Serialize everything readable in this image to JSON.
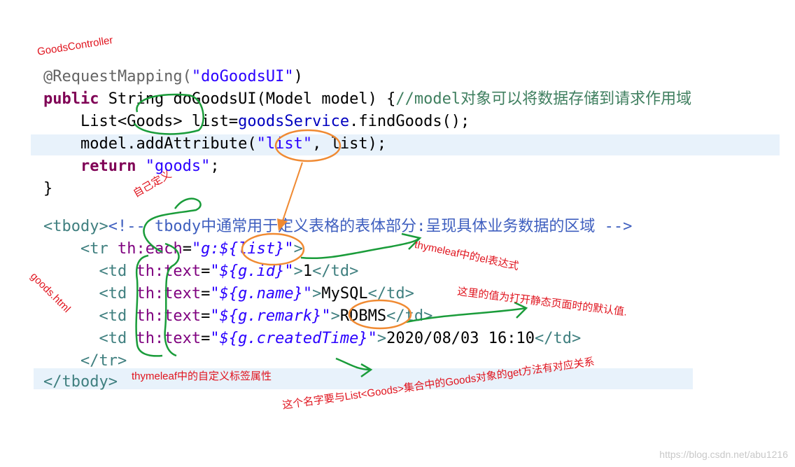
{
  "labels": {
    "controller": "GoodsController",
    "html_file": "goods.html",
    "self_defined": "自己定义",
    "el_expr": "thymeleaf中的el表达式",
    "default_value": "这里的值为打开静态页面时的默认值.",
    "custom_attr": "thymeleaf中的自定义标签属性",
    "name_match": "这个名字要与List<Goods>集合中的Goods对象的get方法有对应关系"
  },
  "java": {
    "l1_ann": "@RequestMapping(",
    "l1_str": "\"doGoodsUI\"",
    "l1_end": ")",
    "l2_kw": "public",
    "l2_a": " String doGoodsUI(Model ",
    "l2_model": "model",
    "l2_b": ") {",
    "l2_cmt": "//model对象可以将数据存储到请求作用域",
    "l3_a": "    List<Goods> ",
    "l3_list": "list",
    "l3_b": "=",
    "l3_svc": "goodsService",
    "l3_c": ".findGoods();",
    "l4_a": "    ",
    "l4_model": "model",
    "l4_b": ".addAttribute(",
    "l4_str": "\"list\"",
    "l4_c": ", list);",
    "l5_kw": "    return",
    "l5_sp": " ",
    "l5_str": "\"goods\"",
    "l5_end": ";",
    "l6": "}"
  },
  "html": {
    "l1_tag": "<tbody>",
    "l1_cmt": "<!-- tbody中通常用于定义表格的表体部分:呈现具体业务数据的区域 -->",
    "l2_tag": "    <tr ",
    "l2_attr": "th:each",
    "l2_eq": "=",
    "l2_val": "\"g:${list}\"",
    "l2_end": ">",
    "rows": [
      {
        "attr": "th:text",
        "val": "\"${g.id}\"",
        "text": "1"
      },
      {
        "attr": "th:text",
        "val": "\"${g.name}\"",
        "text": "MySQL"
      },
      {
        "attr": "th:text",
        "val": "\"${g.remark}\"",
        "text": "RDBMS"
      },
      {
        "attr": "th:text",
        "val": "\"${g.createdTime}\"",
        "text": "2020/08/03 16:10"
      }
    ],
    "td_open": "      <td ",
    "td_close": "</td>",
    "l7": "    </tr>",
    "l8": "</tbody>"
  },
  "watermark": "https://blog.csdn.net/abu1216"
}
